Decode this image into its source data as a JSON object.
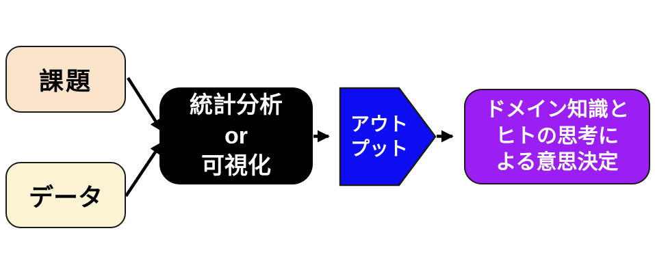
{
  "diagram": {
    "description": "analysis workflow flowchart",
    "nodes": {
      "task": {
        "label": "課題"
      },
      "data": {
        "label": "データ"
      },
      "analysis": {
        "lines": [
          "統計分析",
          "or",
          "可視化"
        ]
      },
      "output": {
        "lines": [
          "アウト",
          "プット"
        ]
      },
      "decision": {
        "lines": [
          "ドメイン知識と",
          "ヒトの思考に",
          "よる意思決定"
        ]
      }
    },
    "edges": [
      {
        "from": "task",
        "to": "analysis"
      },
      {
        "from": "data",
        "to": "analysis"
      },
      {
        "from": "analysis",
        "to": "output"
      },
      {
        "from": "output",
        "to": "decision"
      }
    ]
  },
  "colors": {
    "task-fill": "#FAE5CC",
    "data-fill": "#FCF3D5",
    "analysis-fill": "#000000",
    "output-fill": "#0D0DF2",
    "decision-fill": "#9B1FF2",
    "border": "#1a1a1a",
    "arrow": "#000000",
    "text-dark": "#000000",
    "text-light": "#FFFFFF"
  }
}
